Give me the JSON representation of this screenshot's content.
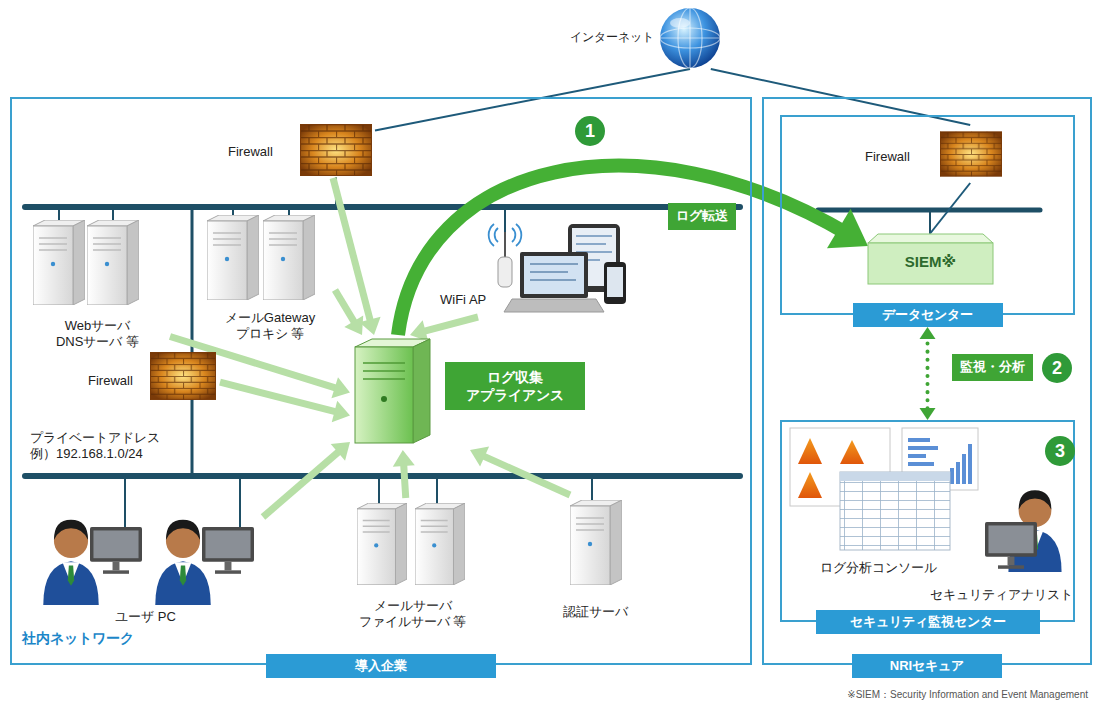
{
  "diagram": {
    "nodes": [
      {
        "text": [
          "導入企業"
        ]
      },
      {
        "text": [
          "NRIセキュア"
        ]
      },
      {
        "text": [
          "データセンター"
        ],
        "in": 1
      },
      {
        "text": [
          "セキュリティ監視センター"
        ],
        "in": 1
      },
      {
        "text": [
          "インターネット"
        ]
      },
      {
        "text": [
          "Firewall"
        ],
        "in": 0
      },
      {
        "text": [
          "Webサーバ DNSサーバ 等"
        ],
        "in": 0
      },
      {
        "text": [
          "メールGateway プロキシ 等"
        ],
        "in": 0
      },
      {
        "text": [
          "WiFi AP"
        ],
        "in": 0
      },
      {
        "text": [
          "Firewall"
        ],
        "in": 0
      },
      {
        "text": [
          "ログ収集 アプライアンス"
        ],
        "in": 0
      },
      {
        "text": [
          "ユーザ PC"
        ],
        "in": 0
      },
      {
        "text": [
          "メールサーバ ファイルサーバ 等"
        ],
        "in": 0
      },
      {
        "text": [
          "認証サーバ"
        ],
        "in": 0
      },
      {
        "text": [
          "Firewall"
        ],
        "in": 2
      },
      {
        "text": [
          "SIEM※"
        ],
        "in": 2
      },
      {
        "text": [
          "ログ分析コンソール"
        ],
        "in": 3
      },
      {
        "text": [
          "セキュリティアナリスト"
        ],
        "in": 3
      }
    ],
    "edges": [
      {
        "from": 4,
        "to": 5,
        "arrow": "none"
      },
      {
        "from": 4,
        "to": 14,
        "arrow": "none"
      },
      {
        "from": 14,
        "to": 15,
        "arrow": "none"
      },
      {
        "from": 10,
        "to": 15,
        "label": "ログ転送",
        "arrow": "to"
      },
      {
        "from": 2,
        "to": 3,
        "label": "監視・分析",
        "arrow": "both"
      },
      {
        "from": 5,
        "to": 10,
        "arrow": "to"
      },
      {
        "from": 6,
        "to": 10,
        "arrow": "to"
      },
      {
        "from": 7,
        "to": 10,
        "arrow": "to"
      },
      {
        "from": 8,
        "to": 10,
        "arrow": "to"
      },
      {
        "from": 9,
        "to": 10,
        "arrow": "to"
      },
      {
        "from": 11,
        "to": 10,
        "arrow": "to"
      },
      {
        "from": 12,
        "to": 10,
        "arrow": "to"
      },
      {
        "from": 13,
        "to": 10,
        "arrow": "to"
      }
    ],
    "labels": [
      "1",
      "2",
      "3",
      "社内ネットワーク",
      "プライベートアドレス 例）192.168.1.0/24",
      "※SIEM：Security Information and Event Management"
    ]
  }
}
